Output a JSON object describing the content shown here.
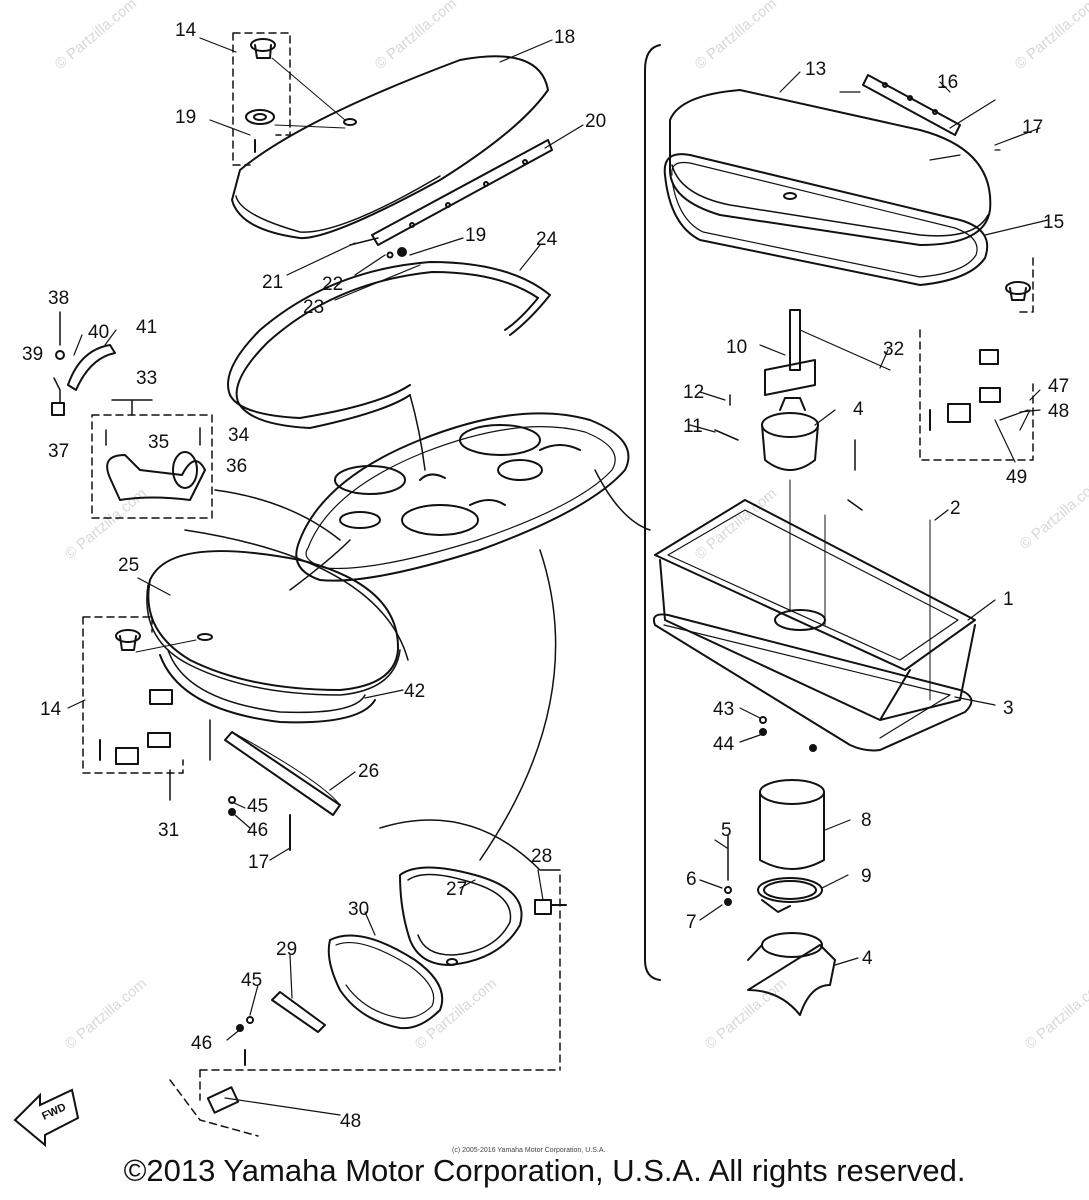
{
  "diagram": {
    "copyright": "©2013 Yamaha Motor Corporation, U.S.A. All rights reserved.",
    "small_copyright": "(c) 2005-2016 Yamaha Motor Corporation, U.S.A.",
    "watermark": "© Partzilla.com",
    "fwd_label": "FWD",
    "callouts": [
      "1",
      "2",
      "3",
      "4",
      "4",
      "5",
      "6",
      "7",
      "8",
      "9",
      "10",
      "11",
      "12",
      "13",
      "14",
      "14",
      "15",
      "16",
      "17",
      "17",
      "18",
      "19",
      "19",
      "20",
      "21",
      "22",
      "23",
      "24",
      "25",
      "26",
      "27",
      "28",
      "29",
      "30",
      "31",
      "32",
      "33",
      "34",
      "35",
      "36",
      "37",
      "38",
      "39",
      "40",
      "41",
      "42",
      "43",
      "44",
      "45",
      "45",
      "46",
      "46",
      "47",
      "48",
      "48",
      "49"
    ]
  }
}
